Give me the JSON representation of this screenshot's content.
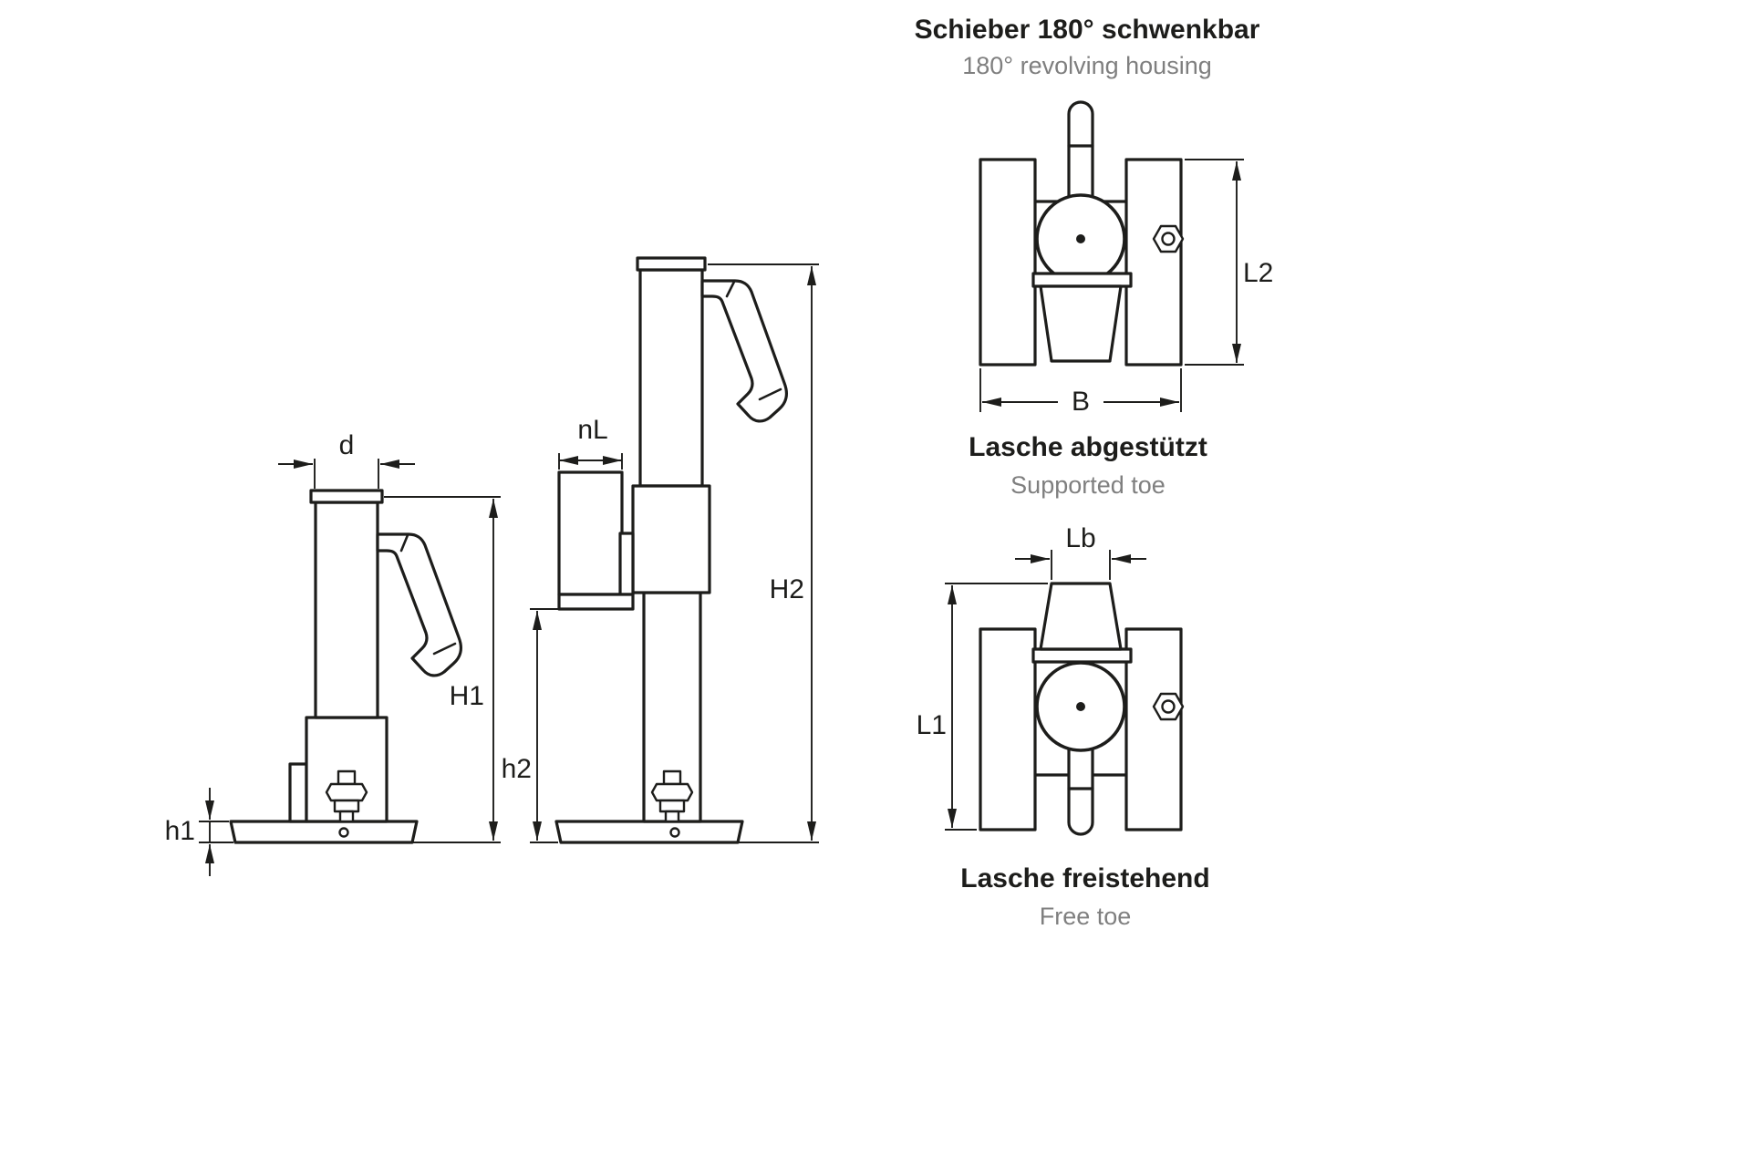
{
  "colors": {
    "line": "#1d1d1b",
    "muted_text": "#7f7f7f",
    "background": "#ffffff"
  },
  "jack_retracted": {
    "dims": {
      "d": "d",
      "H1": "H1",
      "h1": "h1"
    }
  },
  "jack_extended": {
    "dims": {
      "nL": "nL",
      "H2": "H2",
      "h2": "h2"
    }
  },
  "view_revolving_housing": {
    "title_de": "Schieber 180° schwenkbar",
    "title_en": "180° revolving housing",
    "caption_de": "Lasche abgestützt",
    "caption_en": "Supported toe",
    "dims": {
      "L2": "L2",
      "B": "B"
    }
  },
  "view_free_toe": {
    "caption_de": "Lasche freistehend",
    "caption_en": "Free toe",
    "dims": {
      "Lb": "Lb",
      "L1": "L1"
    }
  }
}
